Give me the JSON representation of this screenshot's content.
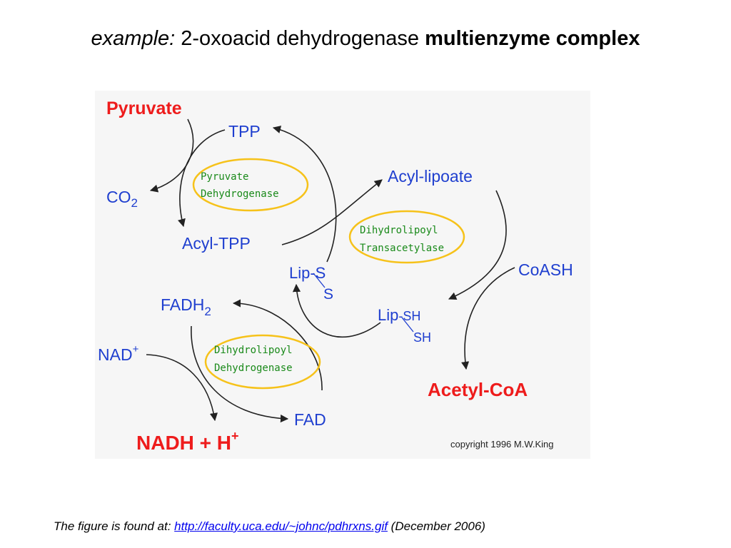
{
  "title": {
    "prefix_italic": "example:",
    "middle": " 2-oxoacid dehydrogenase ",
    "suffix_bold": "multienzyme complex"
  },
  "diagram": {
    "nodes": {
      "pyruvate": "Pyruvate",
      "tpp": "TPP",
      "co2_main": "CO",
      "co2_sub": "2",
      "acyl_tpp": "Acyl-TPP",
      "acyl_lipoate": "Acyl-lipoate",
      "lip_s": "Lip",
      "lip_s_dash": "-S",
      "lip_s_bottom": "S",
      "coash": "CoASH",
      "lip_sh": "Lip",
      "lip_sh_top": "-SH",
      "lip_sh_bottom": "SH",
      "fadh2_main": "FADH",
      "fadh2_sub": "2",
      "nad_main": "NAD",
      "nad_sup": "+",
      "fad": "FAD",
      "acetyl_coa": "Acetyl-CoA",
      "nadh_main": "NADH + H",
      "nadh_sup": "+"
    },
    "enzymes": {
      "e1_line1": "Pyruvate",
      "e1_line2": "Dehydrogenase",
      "e2_line1": "Dihydrolipoyl",
      "e2_line2": "Transacetylase",
      "e3_line1": "Dihydrolipoyl",
      "e3_line2": "Dehydrogenase"
    },
    "copyright": "copyright 1996 M.W.King",
    "colors": {
      "substrate_red": "#ee1c1c",
      "intermediate_blue": "#1f3fcf",
      "enzyme_green": "#1a8a1a",
      "enzyme_ring": "#f6c21a"
    }
  },
  "footer": {
    "prefix": "The figure is found at: ",
    "link_text": "http://faculty.uca.edu/~johnc/pdhrxns.gif",
    "suffix": " (December 2006)"
  }
}
